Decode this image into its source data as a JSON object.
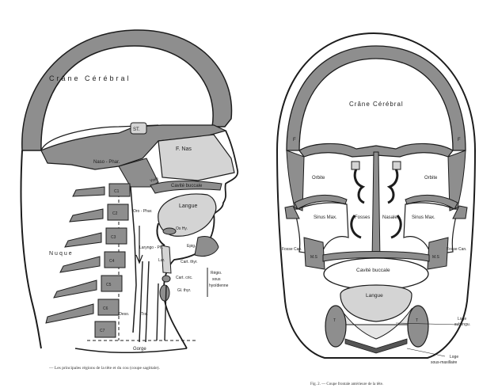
{
  "left_figure": {
    "labels": {
      "crane_cerebral": "Crâne   Cérébral",
      "st": "ST.",
      "f_nas": "F. Nas",
      "naso_phar": "Naso - Phar.",
      "voile": "Voile",
      "cavite_buccale": "Cavité buccale",
      "langue": "Langue",
      "oro_phar": "Oro - Phar.",
      "os_hy": "Os Hy.",
      "laryngo_ph": "Laryngo - Ph.",
      "epig": "Epig.",
      "lar": "Lar.",
      "cart_thyr": "Cart. thyr.",
      "cart_cric": "Cart. cric.",
      "gl_thyr": "Gl. thyr.",
      "region_sous_hyoidienne": [
        "Régio.",
        "sous",
        "hyoïdienne"
      ],
      "nuque": "Nuque",
      "oeso": "Oeso.",
      "tra": "Tra.",
      "gorge": "Gorge",
      "vertebrae": [
        "C1",
        "C2",
        "C3",
        "C4",
        "C5",
        "C6",
        "C7"
      ]
    },
    "caption": "— Les principales régions de la tête et du cou (coupe sagittale)."
  },
  "right_figure": {
    "labels": {
      "crane_cerebral": "Crâne Cérébral",
      "f_left": "F",
      "f_right": "F",
      "orbite_left": "Orbite",
      "orbite_right": "Orbite",
      "sinus_max_left": "Sinus Max.",
      "fosses": "Fosses",
      "nasales": "Nasales",
      "sinus_max_right": "Sinus Max.",
      "fosse_can_left": "Fosse Can.",
      "fosse_can_right": "Fosse Can.",
      "ms_left": "M.S",
      "ms_right": "M.S",
      "cavite_buccale": "Cavité buccale",
      "langue": "Langue",
      "loge_sublingu": [
        "Loge",
        "sublingu."
      ],
      "loge_sous_maxillaire": [
        "Loge",
        "sous-maxillaire"
      ],
      "t_left": "T",
      "t_right": "T"
    },
    "caption": "Fig. 2. — Coupe frontale antérieure de la tête."
  },
  "colors": {
    "bone": "#8e8e8e",
    "soft_tissue": "#d4d4d4",
    "outline": "#1c1c1c",
    "paper": "#ffffff"
  }
}
